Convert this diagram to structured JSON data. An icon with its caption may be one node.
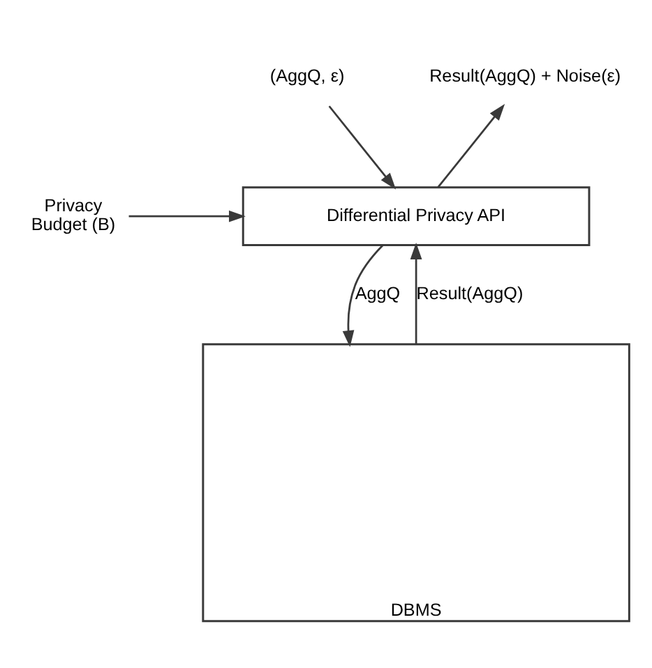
{
  "diagram": {
    "nodes": [
      {
        "text": [
          "(AggQ, ε)"
        ]
      },
      {
        "text": [
          "Result(AggQ) + Noise(ε)"
        ]
      },
      {
        "text": [
          "Privacy Budget (B)"
        ]
      },
      {
        "text": [
          "Differential Privacy API"
        ]
      },
      {
        "text": [
          "DBMS"
        ]
      }
    ],
    "edges": [
      {
        "from": 0,
        "to": 3,
        "arrow": "to"
      },
      {
        "from": 3,
        "to": 1,
        "arrow": "to"
      },
      {
        "from": 2,
        "to": 3,
        "arrow": "to"
      },
      {
        "from": 3,
        "to": 4,
        "label": "AggQ",
        "arrow": "to"
      },
      {
        "from": 4,
        "to": 3,
        "label": "Result(AggQ)",
        "arrow": "to"
      }
    ]
  }
}
